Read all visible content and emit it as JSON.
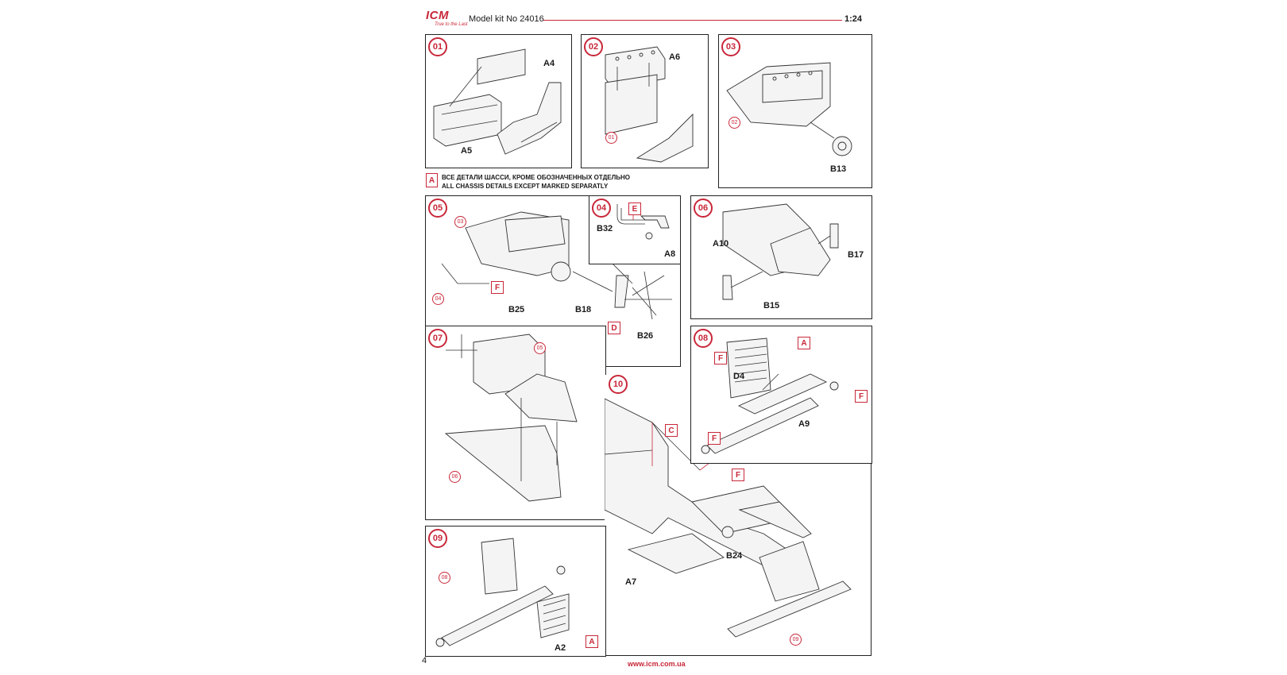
{
  "header": {
    "logo_text": "ICM",
    "logo_tagline": "True to the Last",
    "kit_label": "Model kit No 24016",
    "scale": "1:24"
  },
  "note": {
    "box_letter": "A",
    "line_ru": "ВСЕ ДЕТАЛИ ШАССИ, КРОМЕ ОБОЗНАЧЕННЫХ ОТДЕЛЬНО",
    "line_en": "ALL CHASSIS DETAILS EXCEPT MARKED SEPARATLY"
  },
  "steps": {
    "s01": {
      "number": "01",
      "parts": [
        "A4",
        "A5"
      ]
    },
    "s02": {
      "number": "02",
      "parts": [
        "A6"
      ],
      "ref": "01"
    },
    "s03": {
      "number": "03",
      "parts": [
        "B13"
      ],
      "ref": "02"
    },
    "s04": {
      "number": "04",
      "parts": [
        "B32",
        "A8"
      ],
      "box": "E"
    },
    "s05": {
      "number": "05",
      "parts": [
        "B25",
        "B18",
        "B26"
      ],
      "ref_top": "03",
      "ref_left": "04",
      "box_f": "F",
      "box_d": "D"
    },
    "s06": {
      "number": "06",
      "parts": [
        "A10",
        "B17",
        "B15"
      ]
    },
    "s07": {
      "number": "07",
      "ref_top": "05",
      "ref_bottom": "06"
    },
    "s08": {
      "number": "08",
      "parts": [
        "D4",
        "A9"
      ],
      "box_a": "A",
      "box_f1": "F",
      "box_f2": "F",
      "box_f3": "F"
    },
    "s09": {
      "number": "09",
      "parts": [
        "A2"
      ],
      "ref": "08",
      "box": "A"
    },
    "s10": {
      "number": "10",
      "parts": [
        "A7",
        "B24"
      ],
      "box_c": "C",
      "box_f": "F",
      "ref": "09"
    }
  },
  "footer": {
    "page_number": "4",
    "url": "www.icm.com.ua"
  },
  "colors": {
    "accent": "#c8283a",
    "line": "#333333"
  }
}
